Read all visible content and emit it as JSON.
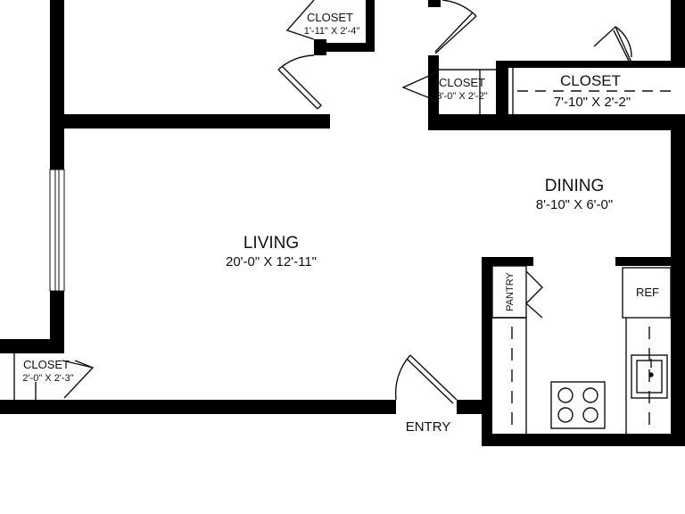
{
  "rooms": {
    "living": {
      "name": "LIVING",
      "dims": "20'-0\" X 12'-11\""
    },
    "dining": {
      "name": "DINING",
      "dims": "8'-10\" X 6'-0\""
    },
    "closet_top_left": {
      "name": "CLOSET",
      "dims": "1'-11\" X 2'-4\""
    },
    "closet_mid": {
      "name": "CLOSET",
      "dims": "3'-0\" X 2'-2\""
    },
    "closet_wide": {
      "name": "CLOSET",
      "dims": "7'-10\" X 2'-2\""
    },
    "closet_entry": {
      "name": "CLOSET",
      "dims": "2'-0\" X 2'-3\""
    }
  },
  "labels": {
    "entry": "ENTRY",
    "pantry": "PANTRY",
    "ref": "REF"
  },
  "colors": {
    "wall": "#000000",
    "line": "#111111",
    "background": "#ffffff"
  }
}
